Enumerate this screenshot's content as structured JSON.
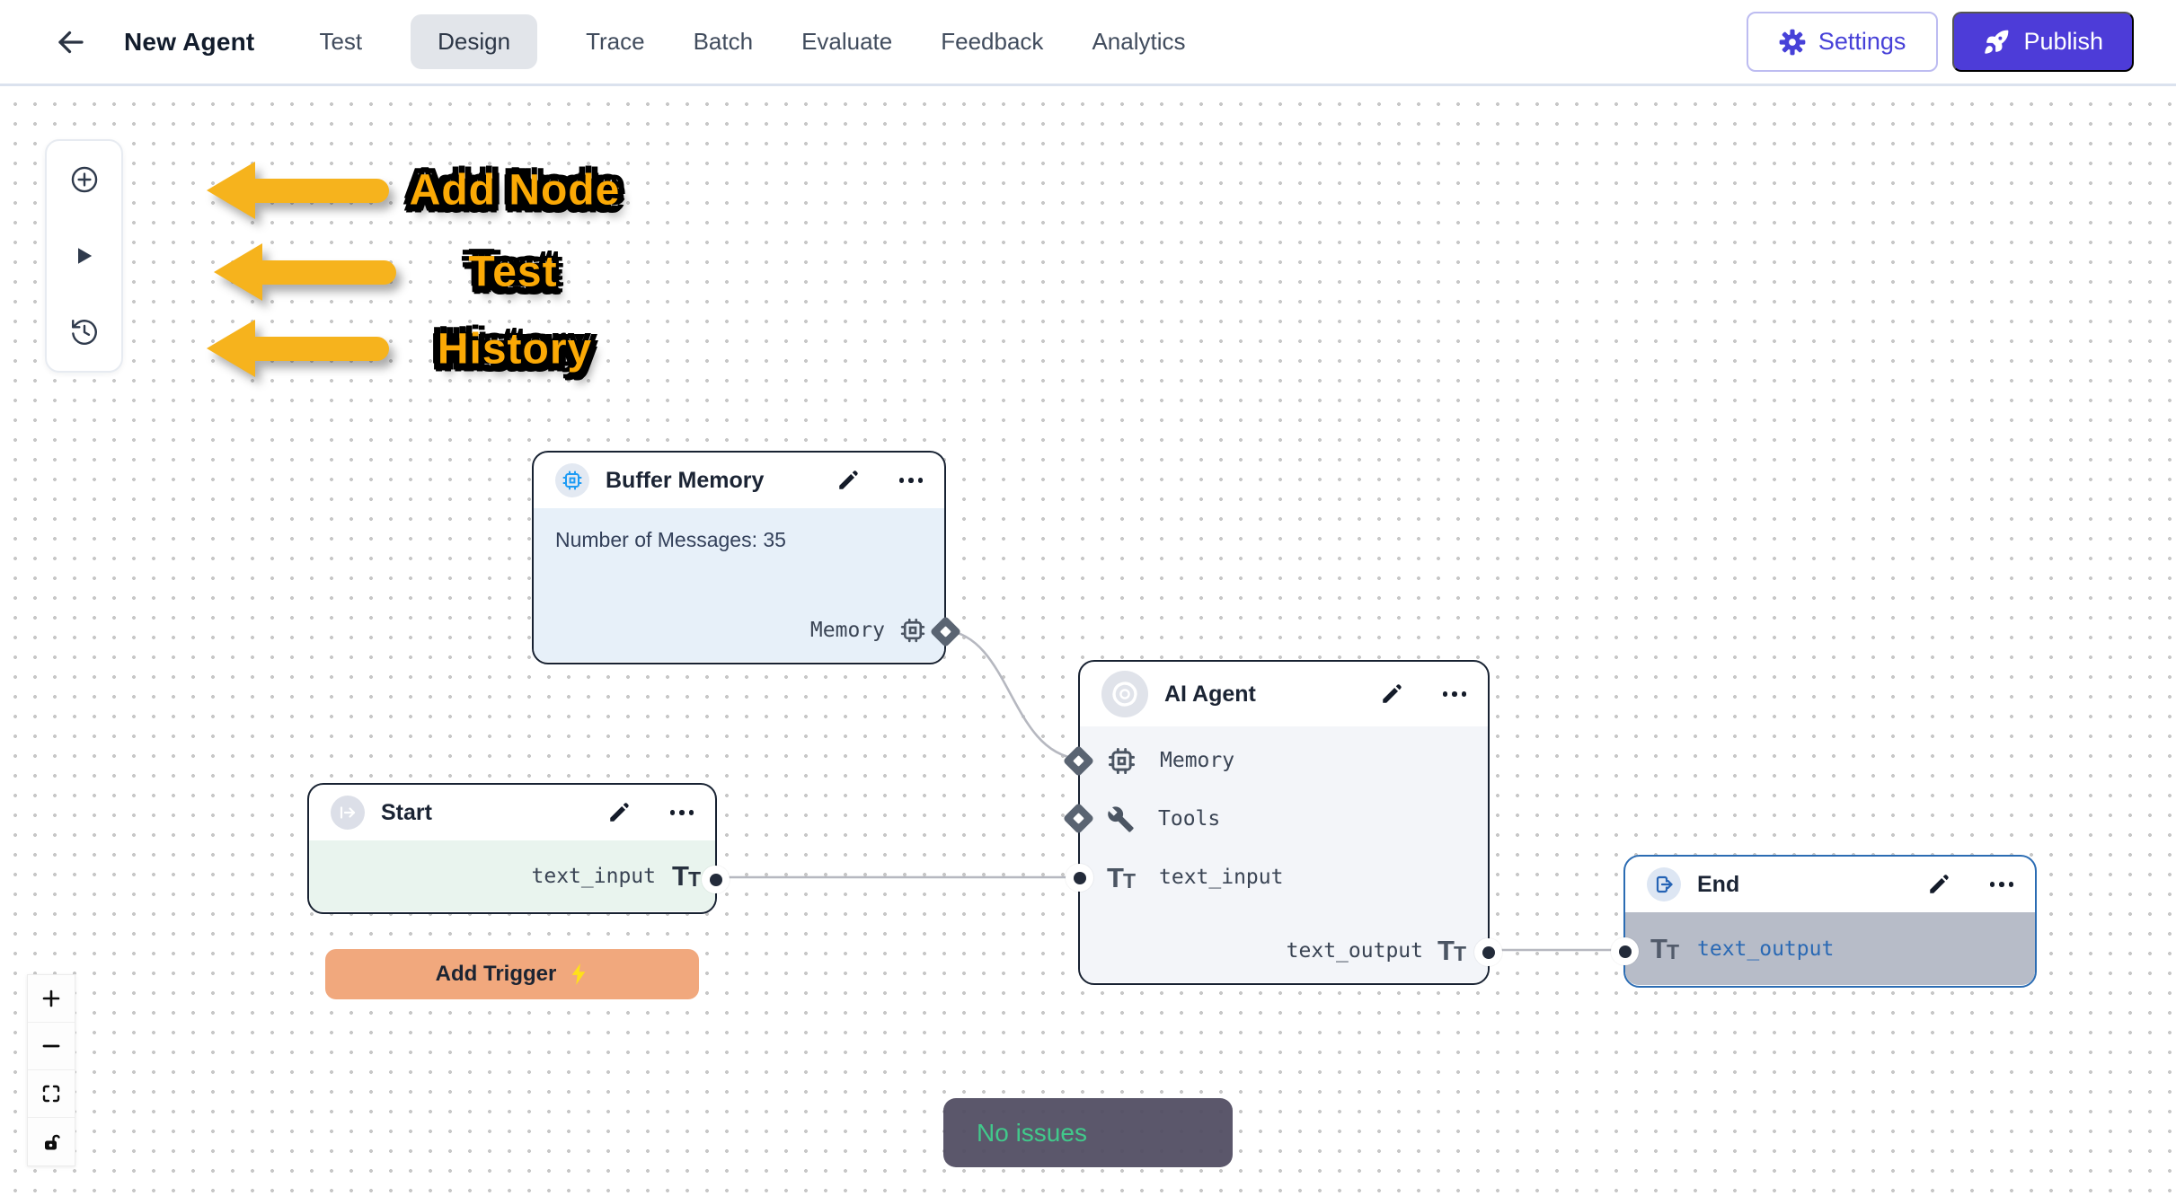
{
  "nav": {
    "title": "New Agent",
    "tabs": [
      "Test",
      "Design",
      "Trace",
      "Batch",
      "Evaluate",
      "Feedback",
      "Analytics"
    ],
    "active_tab": "Design",
    "settings_label": "Settings",
    "publish_label": "Publish"
  },
  "annotations": {
    "labels": [
      "Add Node",
      "Test",
      "History"
    ],
    "arrow_color": "#f6b31d",
    "label_color": "#fba905"
  },
  "nodes": {
    "buffer_memory": {
      "title": "Buffer Memory",
      "config_text": "Number of Messages: 35",
      "output_port": "Memory"
    },
    "ai_agent": {
      "title": "AI Agent",
      "input_ports": [
        "Memory",
        "Tools",
        "text_input"
      ],
      "output_port": "text_output"
    },
    "start": {
      "title": "Start",
      "output_port": "text_input",
      "trigger_button": "Add Trigger"
    },
    "end": {
      "title": "End",
      "input_port": "text_output"
    }
  },
  "toast": {
    "text": "No issues"
  },
  "colors": {
    "accent_indigo": "#4d3cd8",
    "end_border_blue": "#2b6cb3",
    "toast_green": "#41c98b",
    "buffer_body_blue": "#e7f0f9",
    "start_body_green": "#e9f4ee",
    "end_body_gray": "#b7bcc8",
    "trigger_orange": "#f1a87d"
  }
}
